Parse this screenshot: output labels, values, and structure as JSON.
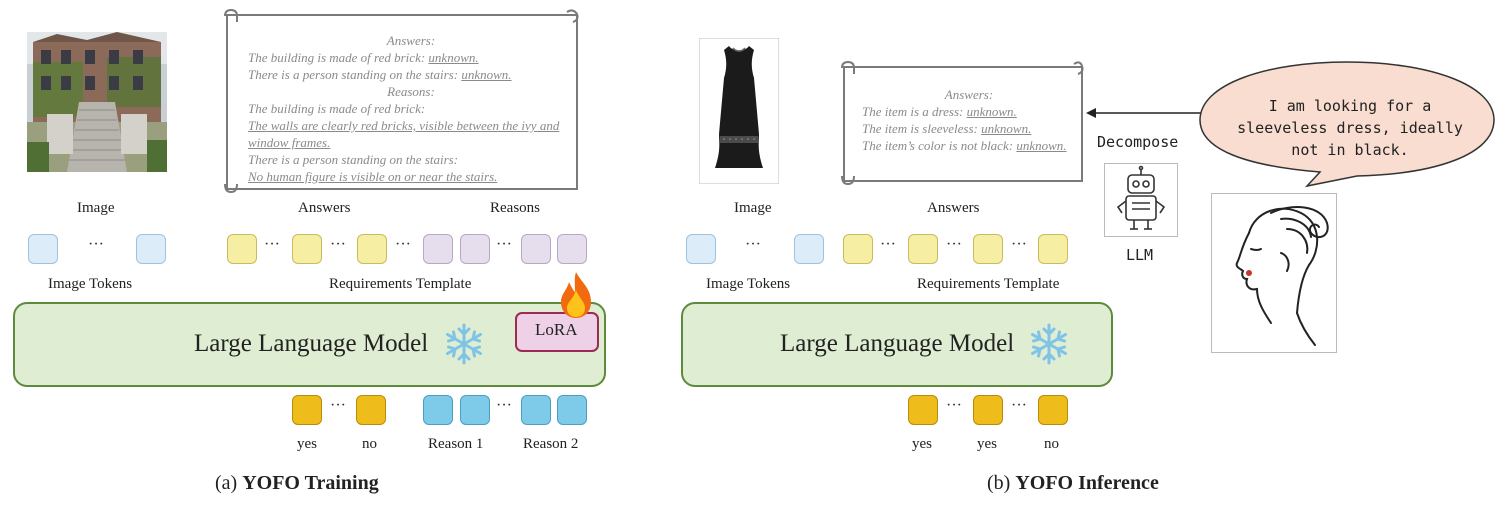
{
  "training": {
    "image_label": "Image",
    "answers_label": "Answers",
    "reasons_label": "Reasons",
    "image_tokens_label": "Image Tokens",
    "template_label": "Requirements Template",
    "llm_label": "Large Language Model",
    "lora_label": "LoRA",
    "outputs": [
      "yes",
      "no",
      "Reason 1",
      "Reason 2"
    ],
    "scroll": {
      "answers_header": "Answers:",
      "line1_pre": "The building is made of red brick: ",
      "line1_val": "unknown.",
      "line2_pre": "There is a person standing on the stairs: ",
      "line2_val": "unknown.",
      "reasons_header": "Reasons:",
      "line3": "The building is made of red brick:",
      "line4": "The walls are clearly red bricks, visible between the ivy and",
      "line5": "window frames.",
      "line6": "There is a person standing on the stairs:",
      "line7": "No human figure is visible on or near the stairs."
    },
    "caption_prefix": "(a) ",
    "caption_bold": "YOFO Training",
    "ellipsis": "···"
  },
  "inference": {
    "image_label": "Image",
    "answers_label": "Answers",
    "image_tokens_label": "Image Tokens",
    "template_label": "Requirements Template",
    "llm_label": "Large Language Model",
    "outputs": [
      "yes",
      "yes",
      "no"
    ],
    "decompose_label": "Decompose",
    "llm_small_label": "LLM",
    "speech": "I am looking for a sleeveless dress, ideally not in black.",
    "scroll": {
      "answers_header": "Answers:",
      "line1_pre": "The item is a dress: ",
      "line1_val": "unknown.",
      "line2_pre": "The item is sleeveless: ",
      "line2_val": "unknown.",
      "line3_pre": "The item’s color is not black: ",
      "line3_val": "unknown."
    },
    "caption_prefix": "(b) ",
    "caption_bold": "YOFO Inference",
    "ellipsis": "···"
  },
  "colors": {
    "llm_fill": "#dfedd3",
    "llm_border": "#5f8a3d",
    "lora_fill": "#eed1e6",
    "lora_border": "#9b2a55",
    "answer_token": "#f6eea3",
    "reason_token": "#e6deec",
    "image_token": "#dcedf9",
    "yesno_output": "#eebd1c",
    "reason_output": "#7ecbe9",
    "speech_bubble": "#f8ddd0"
  },
  "icons": [
    "building-photo",
    "dress-photo",
    "fire-icon",
    "snowflake-icon",
    "robot-icon",
    "woman-sketch",
    "speech-bubble"
  ]
}
